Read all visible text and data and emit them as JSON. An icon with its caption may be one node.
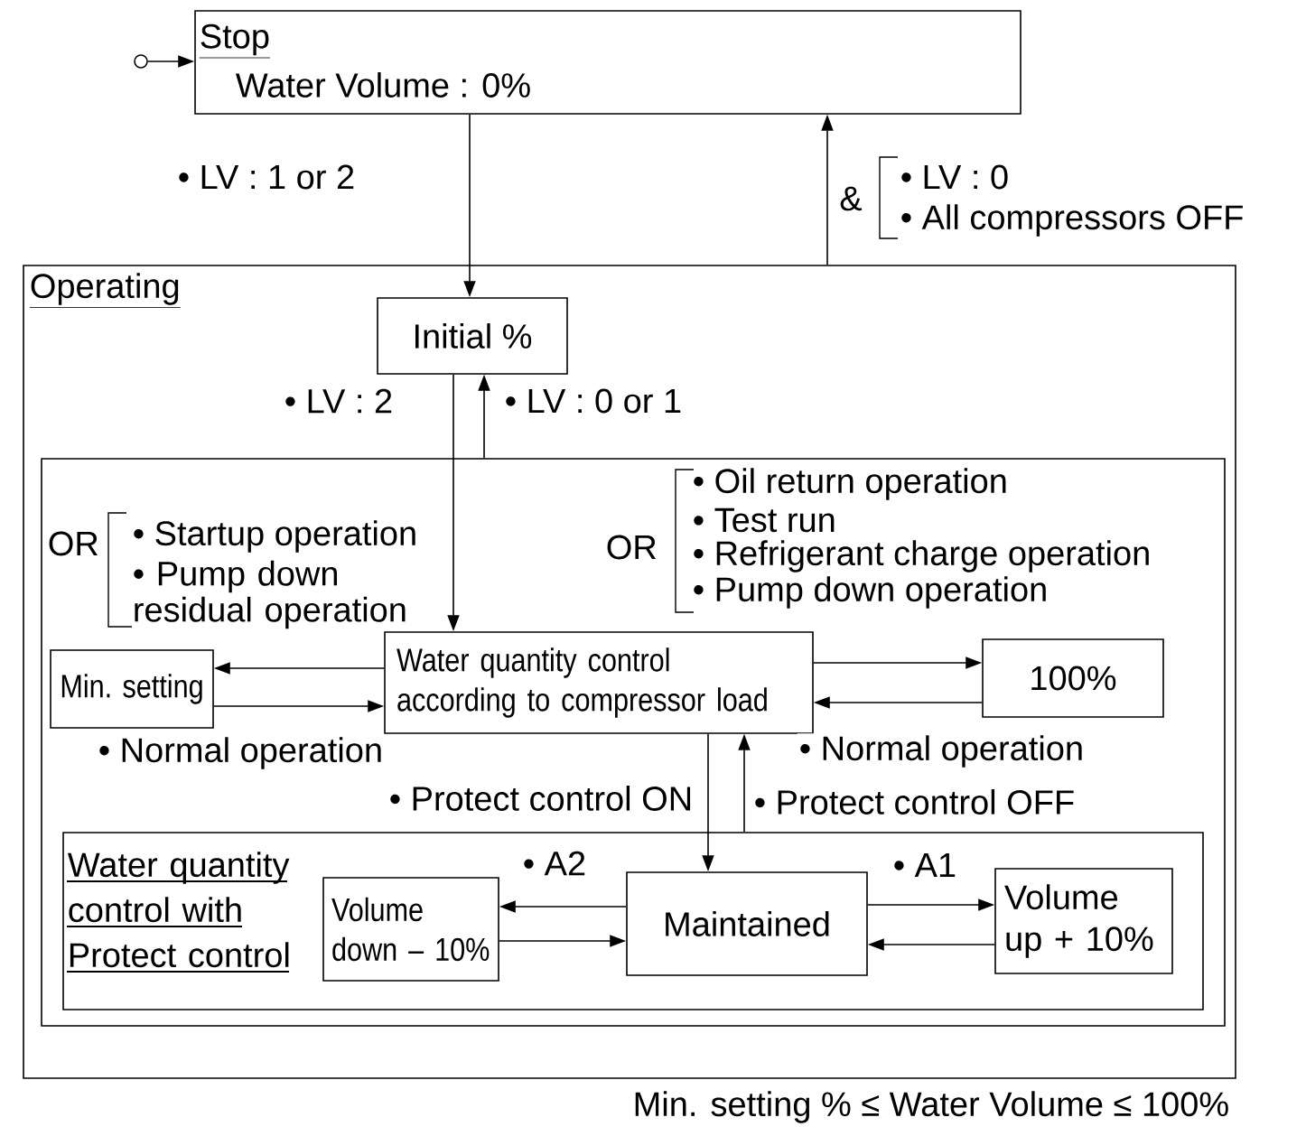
{
  "diagram": {
    "nodes": [
      {
        "text": [
          "Stop",
          "Water Volume : 0%"
        ]
      },
      {
        "text": [
          "Operating"
        ]
      },
      {
        "text": [
          "Initial %"
        ],
        "in": 1
      },
      {
        "text": [],
        "shape": "box",
        "in": 1
      },
      {
        "text": [
          "Min. setting"
        ],
        "in": 3
      },
      {
        "text": [
          "Water quantity control according to compressor load"
        ],
        "in": 3
      },
      {
        "text": [
          "100%"
        ],
        "in": 3
      },
      {
        "text": [
          "Water quantity control with Protect control"
        ],
        "in": 3
      },
      {
        "text": [
          "Volume down – 10%"
        ],
        "in": 7
      },
      {
        "text": [
          "Maintained"
        ],
        "in": 7
      },
      {
        "text": [
          "Volume up + 10%"
        ],
        "in": 7
      },
      {
        "text": [],
        "shape": "circle"
      }
    ],
    "edges": [
      {
        "from": 11,
        "to": 0,
        "arrow": "to"
      },
      {
        "from": 0,
        "to": 2,
        "arrow": "to",
        "label": "• LV : 1 or 2"
      },
      {
        "from": 1,
        "to": 0,
        "arrow": "to",
        "label": "&"
      },
      {
        "from": 2,
        "to": 5,
        "arrow": "to",
        "label": "• LV : 2"
      },
      {
        "from": 3,
        "to": 2,
        "arrow": "to",
        "label": "• LV : 0 or 1"
      },
      {
        "from": 5,
        "to": 4,
        "arrow": "to"
      },
      {
        "from": 4,
        "to": 5,
        "arrow": "to",
        "label": "• Normal operation"
      },
      {
        "from": 5,
        "to": 6,
        "arrow": "to"
      },
      {
        "from": 6,
        "to": 5,
        "arrow": "to",
        "label": "• Normal operation"
      },
      {
        "from": 5,
        "to": 9,
        "arrow": "to",
        "label": "• Protect control ON"
      },
      {
        "from": 7,
        "to": 5,
        "arrow": "to",
        "label": "• Protect control OFF"
      },
      {
        "from": 9,
        "to": 8,
        "arrow": "to",
        "label": "• A2"
      },
      {
        "from": 8,
        "to": 9,
        "arrow": "to"
      },
      {
        "from": 9,
        "to": 10,
        "arrow": "to",
        "label": "• A1"
      },
      {
        "from": 10,
        "to": 9,
        "arrow": "to"
      }
    ],
    "labels": [
      "• LV : 0",
      "• All compressors OFF",
      "OR",
      "• Startup operation",
      "• Pump down residual operation",
      "OR",
      "• Oil return operation",
      "• Test run",
      "• Refrigerant charge operation",
      "• Pump down operation",
      "Min. setting % ≤ Water Volume ≤ 100%"
    ]
  }
}
